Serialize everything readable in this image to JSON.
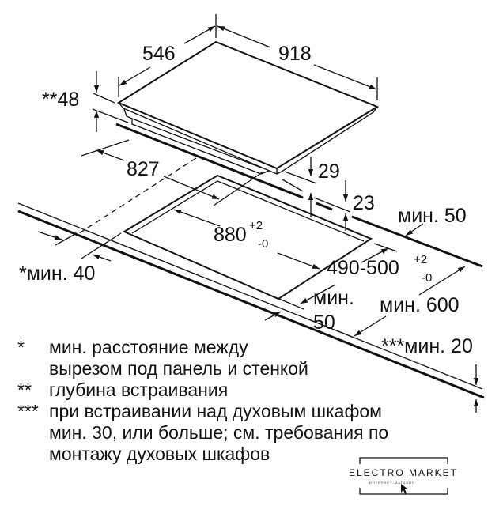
{
  "dimensions": {
    "hob_depth": "546",
    "hob_width": "918",
    "build_depth": "**48",
    "body_width": "827",
    "glass_thickness": "29",
    "frame_height": "23",
    "back_min": "мин. 50",
    "cutout_width": {
      "value": "880",
      "tol_plus": "+2",
      "tol_minus": "-0"
    },
    "wall_min": "*мин. 40",
    "cutout_depth": {
      "value": "490-500",
      "tol_plus": "+2",
      "tol_minus": "-0"
    },
    "front_min_label": "мин.",
    "front_min_value": "50",
    "counter_min": "мин. 600",
    "oven_min": "***мин. 20"
  },
  "notes": [
    {
      "mark": "*",
      "lines": [
        "мин. расстояние между",
        "вырезом под панель и стенкой"
      ]
    },
    {
      "mark": "**",
      "lines": [
        "глубина встраивания"
      ]
    },
    {
      "mark": "***",
      "lines": [
        "при встраивании над духовым шкафом",
        "мин. 30, или больше; см. требования по",
        "монтажу духовых шкафов"
      ]
    }
  ],
  "watermark": {
    "name": "ELECTRO MARKET",
    "sub": "ИНТЕРНЕТ-МАГАЗИН"
  }
}
